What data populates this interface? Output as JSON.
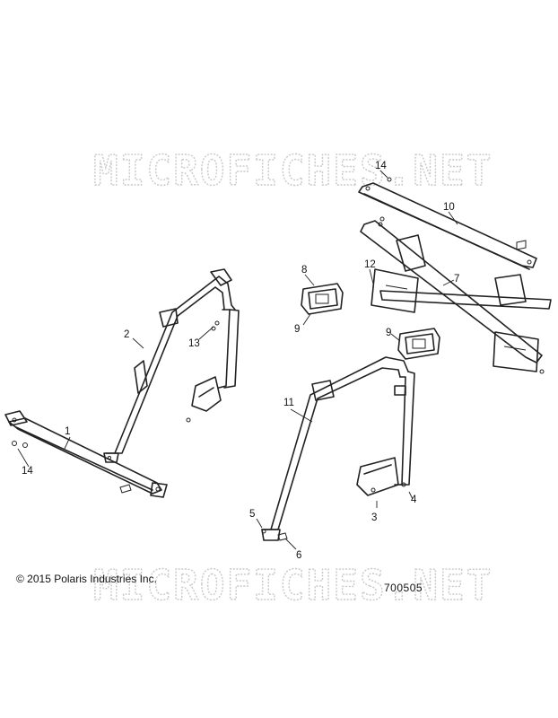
{
  "watermark": "MICROFICHES.NET",
  "copyright": "© 2015 Polaris Industries Inc.",
  "diagram_id": "700505",
  "callouts": {
    "c1": "1",
    "c2": "2",
    "c3": "3",
    "c4": "4",
    "c5": "5",
    "c6": "6",
    "c7": "7",
    "c8": "8",
    "c9a": "9",
    "c9b": "9",
    "c10": "10",
    "c11": "11",
    "c12": "12",
    "c13": "13",
    "c14a": "14",
    "c14b": "14"
  }
}
